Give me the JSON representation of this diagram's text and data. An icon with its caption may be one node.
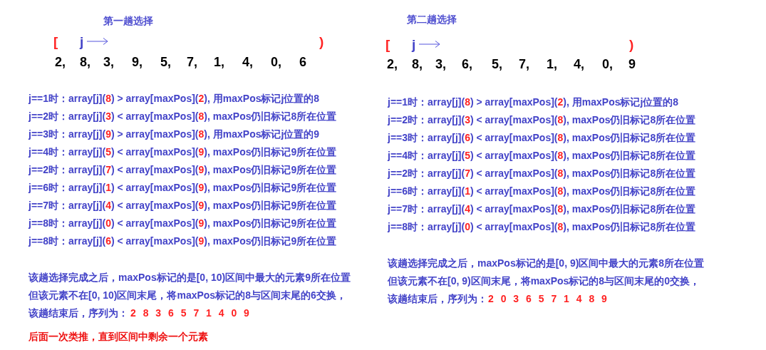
{
  "diagram": {
    "labels": [
      "第一趟选择",
      "[",
      "j",
      ")",
      "2,",
      "8,",
      "3,",
      "9,",
      "5,",
      "7,",
      "1,",
      "4,",
      "0,",
      "6",
      "j==1时：array[j](8) > array[maxPos](2), 用maxPos标记j位置的8",
      "j==2时：array[j](3) < array[maxPos](8), maxPos仍旧标记8所在位置",
      "j==3时：array[j](9) > array[maxPos](8), 用maxPos标记j位置的9",
      "j==4时：array[j](5) < array[maxPos](9), maxPos仍旧标记9所在位置",
      "j==2时：array[j](7) < array[maxPos](9), maxPos仍旧标记9所在位置",
      "j==6时：array[j](1) < array[maxPos](9), maxPos仍旧标记9所在位置",
      "j==7时：array[j](4) < array[maxPos](9), maxPos仍旧标记9所在位置",
      "j==8时：array[j](0) < array[maxPos](9), maxPos仍旧标记9所在位置",
      "j==8时：array[j](6) < array[maxPos](9), maxPos仍旧标记9所在位置",
      "该趟选择完成之后，maxPos标记的是[0, 10)区间中最大的元素9所在位置",
      "但该元素不在[0, 10)区间末尾，将maxPos标记的8与区间末尾的6交换，",
      "该趟结束后，序列为：",
      "2 8 3 6 5 7 1 4 0 9",
      "后面一次类推，直到区间中剩余一个元素",
      "第二趟选择",
      "[",
      "j",
      ")",
      "2,",
      "8,",
      "3,",
      "6,",
      "5,",
      "7,",
      "1,",
      "4,",
      "0,",
      "9",
      "j==1时：array[j](8) > array[maxPos](2), 用maxPos标记j位置的8",
      "j==2时：array[j](3) < array[maxPos](8), maxPos仍旧标记8所在位置",
      "j==3时：array[j](6) < array[maxPos](8), maxPos仍旧标记8所在位置",
      "j==4时：array[j](5) < array[maxPos](8), maxPos仍旧标记8所在位置",
      "j==2时：array[j](7) < array[maxPos](8), maxPos仍旧标记8所在位置",
      "j==6时：array[j](1) < array[maxPos](8), maxPos仍旧标记8所在位置",
      "j==7时：array[j](4) < array[maxPos](8), maxPos仍旧标记8所在位置",
      "j==8时：array[j](0) < array[maxPos](8), maxPos仍旧标记8所在位置",
      "该趟选择完成之后，maxPos标记的是[0, 9)区间中最大的元素8所在位置",
      "但该元素不在[0, 9)区间末尾，将maxPos标记的8与区间末尾的0交换，",
      "该趟结束后，序列为：",
      "2 0 3 6 5 7 1 4 8 9"
    ]
  }
}
